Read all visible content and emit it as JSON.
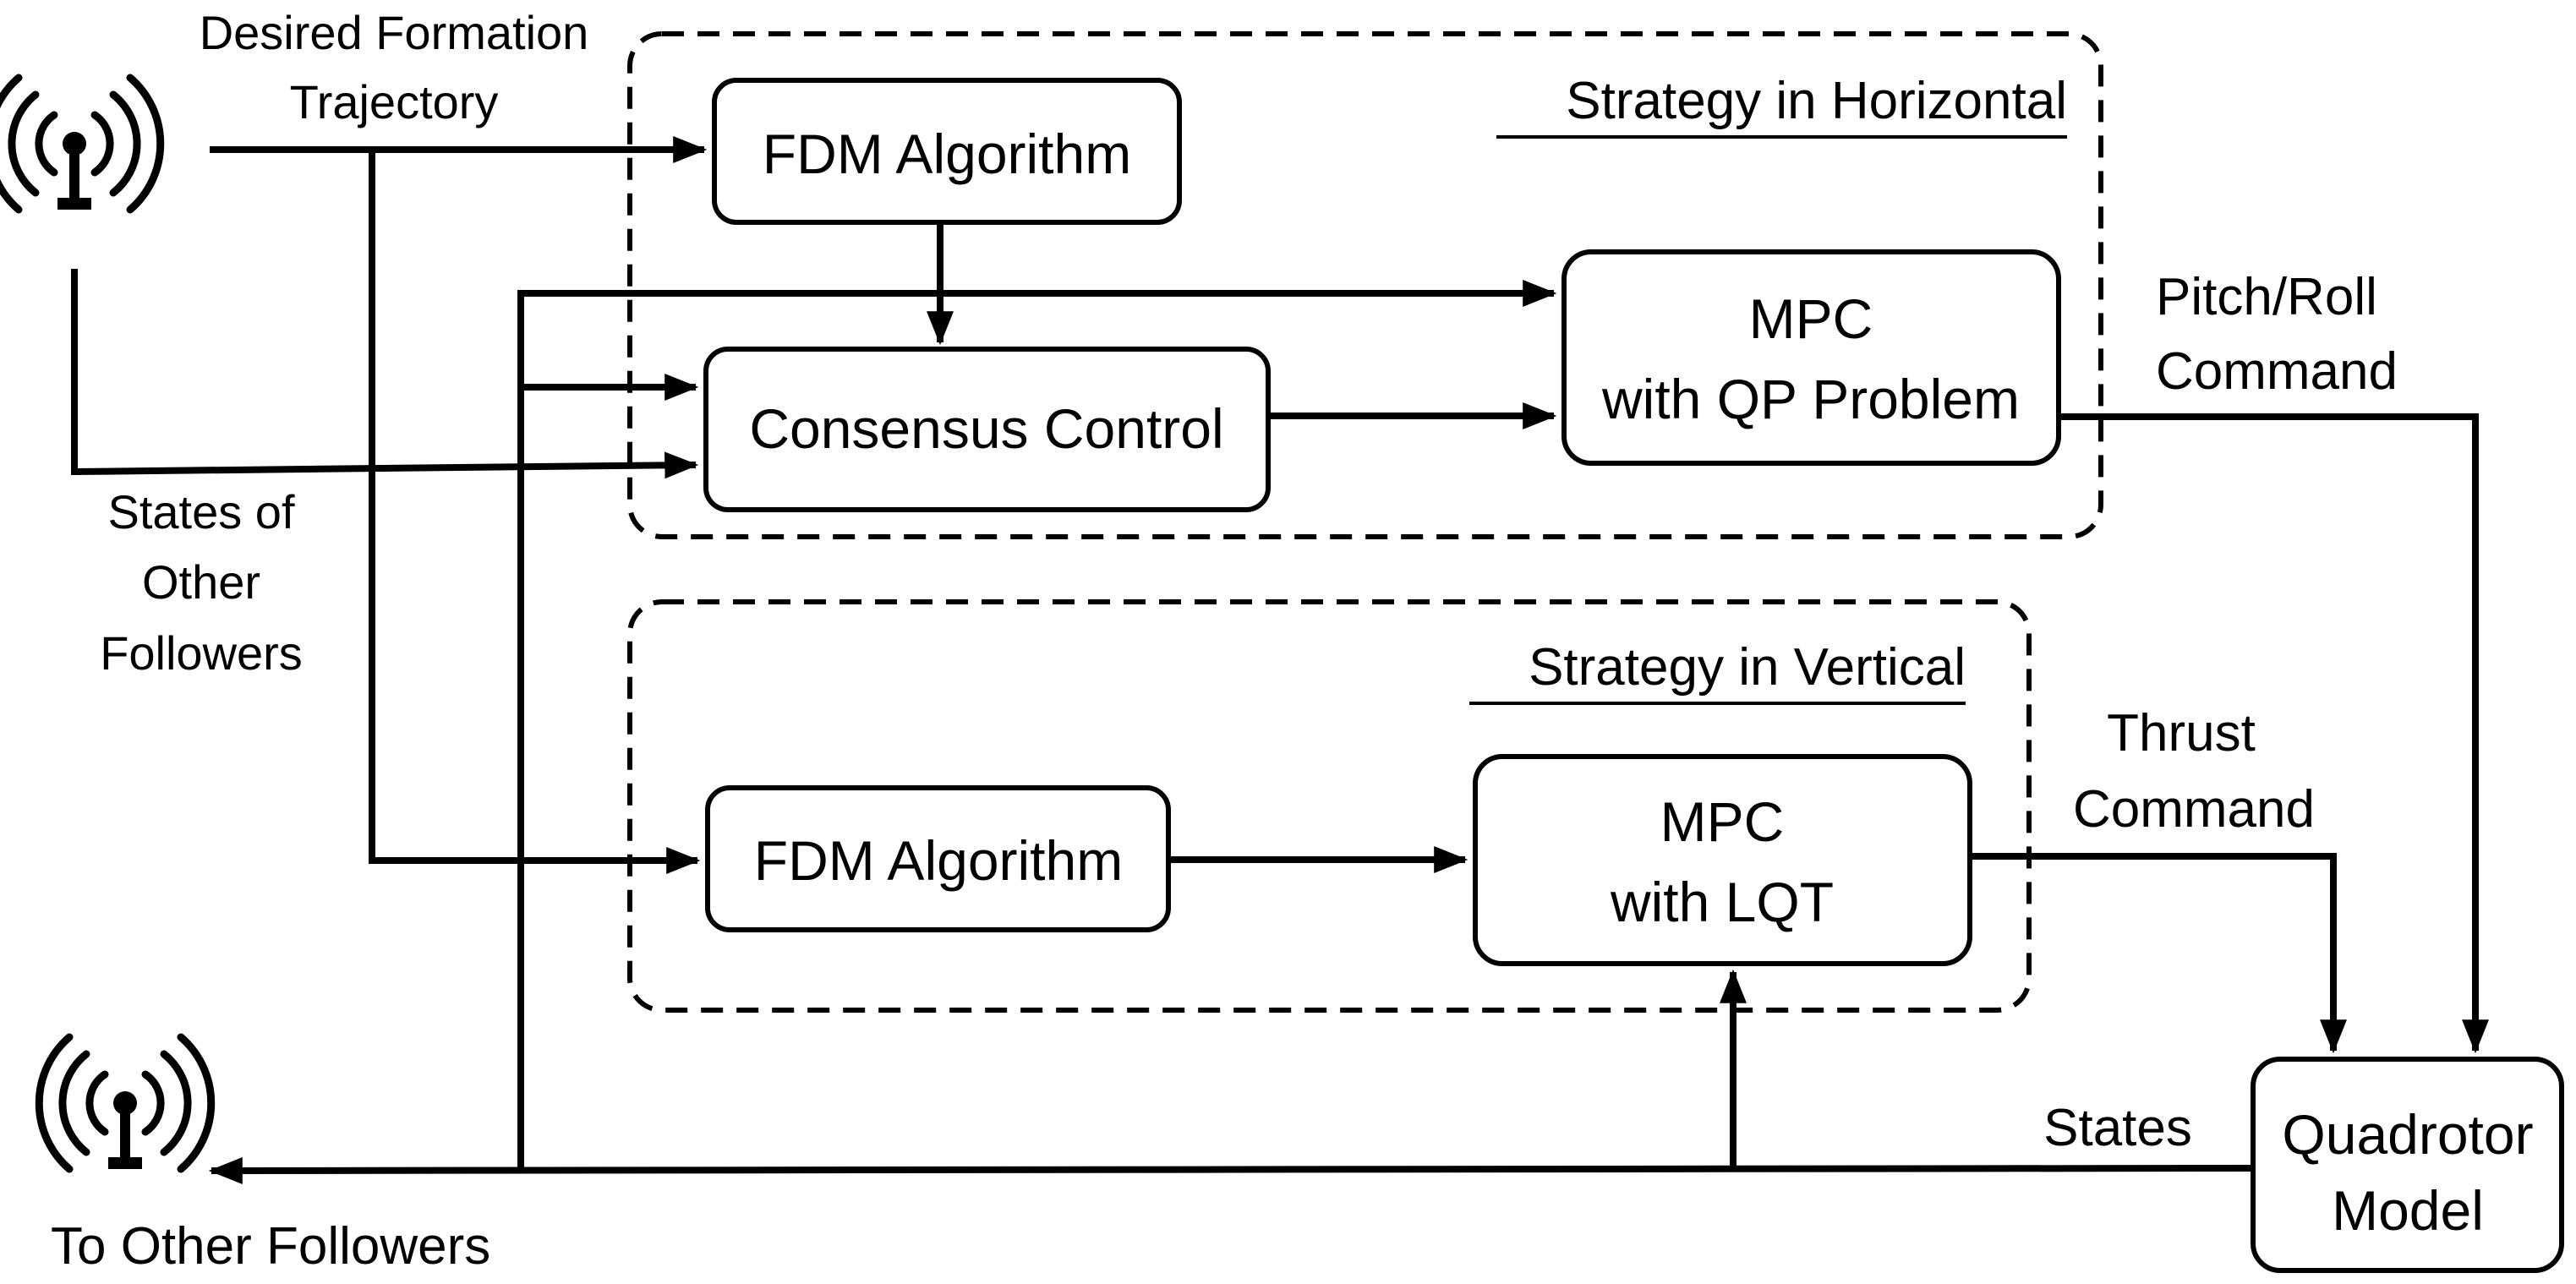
{
  "colors": {
    "line": "#000000",
    "background": "#ffffff"
  },
  "labels": {
    "desired_trajectory": [
      "Desired Formation",
      "Trajectory"
    ],
    "states_of_other_followers": [
      "States of",
      "Other",
      "Followers"
    ],
    "to_other_followers": "To Other Followers",
    "pitch_roll_command": [
      "Pitch/Roll",
      "Command"
    ],
    "thrust_command": [
      "Thrust",
      "Command"
    ],
    "states": "States"
  },
  "groups": {
    "horizontal": {
      "title": "Strategy in Horizontal"
    },
    "vertical": {
      "title": "Strategy in Vertical"
    }
  },
  "blocks": {
    "fdm_horizontal": [
      "FDM Algorithm"
    ],
    "consensus": [
      "Consensus Control"
    ],
    "mpc_qp": [
      "MPC",
      "with QP Problem"
    ],
    "fdm_vertical": [
      "FDM Algorithm"
    ],
    "mpc_lqt": [
      "MPC",
      "with LQT"
    ],
    "quadrotor": [
      "Quadrotor",
      "Model"
    ]
  },
  "icons": {
    "antenna_top": "antenna-icon",
    "antenna_bottom": "antenna-icon"
  }
}
